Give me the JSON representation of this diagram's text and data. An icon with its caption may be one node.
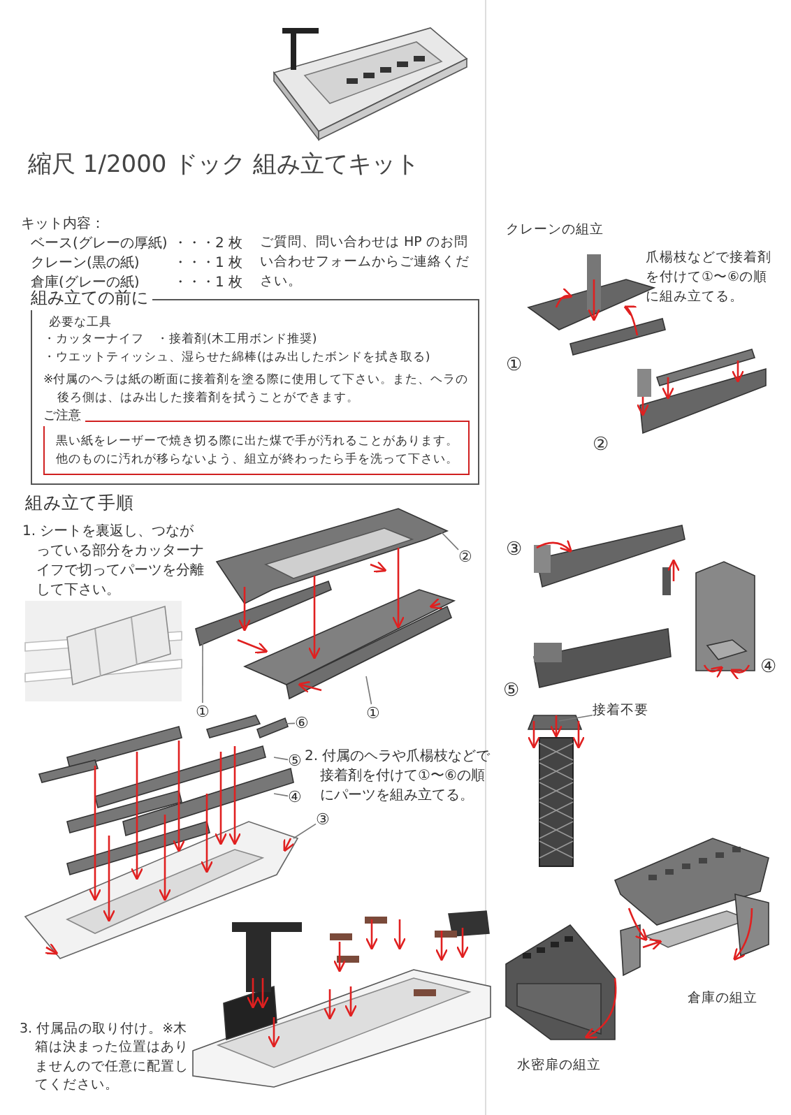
{
  "diagram": {
    "title": "縮尺 1/2000 ドック 組み立てキット",
    "nodes": [
      {
        "text": [
          "組み立ての前に",
          "必要な工具",
          "・カッターナイフ　・接着剤(木工用ボンド推奨)",
          "・ウエットティッシュ、湿らせた綿棒(はみ出したボンドを拭き取る)",
          "※付属のヘラは紙の断面に接着剤を塗る際に使用して下さい。また、ヘラの後ろ側は、はみ出した接着剤を拭うことができます。"
        ]
      },
      {
        "text": [
          "ご注意",
          "黒い紙をレーザーで焼き切る際に出た煤で手が汚れることがあります。他のものに汚れが移らないよう、組立が終わったら手を洗って下さい。"
        ],
        "in": 0
      },
      {
        "text": [
          "②"
        ]
      },
      {
        "text": [
          "①"
        ]
      },
      {
        "text": [
          "①"
        ]
      },
      {
        "text": [
          "⑥"
        ]
      },
      {
        "text": [
          "⑤"
        ]
      },
      {
        "text": [
          "④"
        ]
      },
      {
        "text": [
          "③"
        ]
      },
      {
        "text": [
          "接着不要"
        ]
      },
      {
        "text": [],
        "shape": "picture"
      },
      {
        "text": [],
        "shape": "picture"
      },
      {
        "text": [],
        "shape": "picture"
      }
    ],
    "edges": [
      {
        "from": 2,
        "to": 10,
        "arrow": "none"
      },
      {
        "from": 3,
        "to": 10,
        "arrow": "none"
      },
      {
        "from": 4,
        "to": 10,
        "arrow": "none"
      },
      {
        "from": 5,
        "to": 11,
        "arrow": "none"
      },
      {
        "from": 6,
        "to": 11,
        "arrow": "none"
      },
      {
        "from": 7,
        "to": 11,
        "arrow": "none"
      },
      {
        "from": 8,
        "to": 11,
        "arrow": "none"
      },
      {
        "from": 9,
        "to": 12,
        "arrow": "none"
      }
    ],
    "labels": [
      "キット内容：",
      "ベース(グレーの厚紙)",
      "・・・2 枚",
      "クレーン(黒の紙)",
      "・・・1 枚",
      "倉庫(グレーの紙)",
      "・・・1 枚",
      "ご質問、問い合わせは HP のお問い合わせフォームからご連絡ください。",
      "組み立て手順",
      "1. シートを裏返し、つながっている部分をカッターナイフで切ってパーツを分離して下さい。",
      "クレーンの組立",
      "爪楊枝などで接着剤を付けて①〜⑥の順に組み立てる。",
      "①",
      "②",
      "③",
      "④",
      "⑤",
      "2. 付属のヘラや爪楊枝などで接着剤を付けて①〜⑥の順にパーツを組み立てる。",
      "3. 付属品の取り付け。※木箱は決まった位置はありませんので任意に配置してください。",
      "倉庫の組立",
      "水密扉の組立"
    ]
  }
}
